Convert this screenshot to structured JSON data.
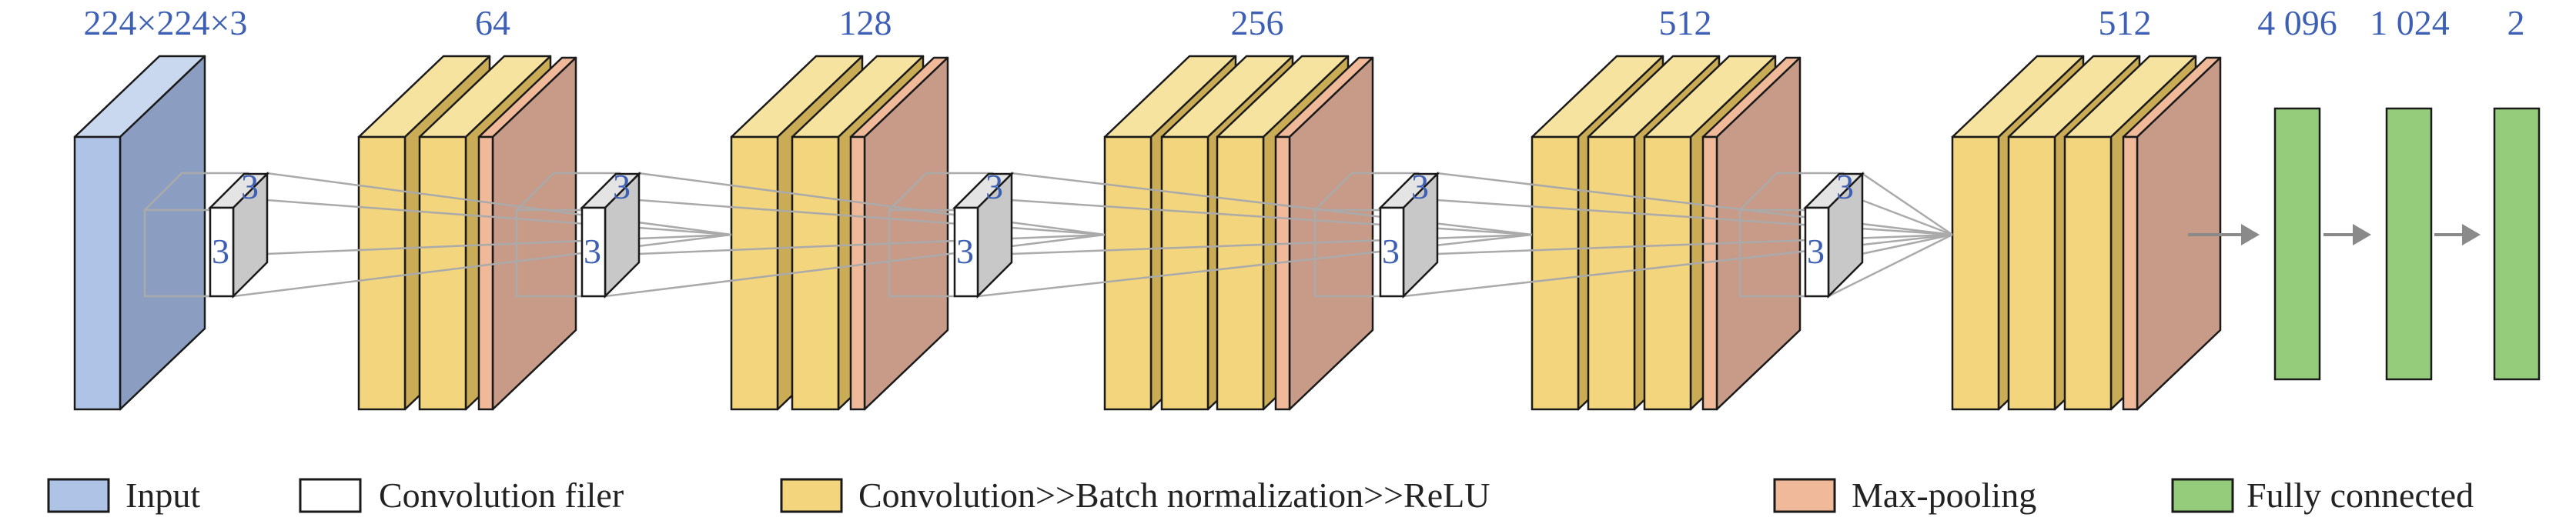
{
  "colors": {
    "input_front": "#afc3e6",
    "input_side": "#8b9ec2",
    "input_top": "#c9d7ef",
    "conv_front": "#f2d57c",
    "conv_side": "#c9ac55",
    "conv_top": "#f7e3a0",
    "pool_front": "#c89a88",
    "pool_side": "#d7a88d",
    "pool_top": "#f0b99a",
    "filter_front": "#ffffff",
    "filter_side": "#c8c8c8",
    "fc": "#95cc7c",
    "label_blue": "#3d5fb4",
    "edge": "#1a1a1a",
    "guide": "#aaaaaa",
    "arrow": "#8a8a8a"
  },
  "top_labels": {
    "input": "224×224×3",
    "block1": "64",
    "block2": "128",
    "block3": "256",
    "block4": "512",
    "block5": "512",
    "fc1": "4 096",
    "fc2": "1 024",
    "fc3": "2"
  },
  "filter": {
    "width_label": "3",
    "height_label": "3"
  },
  "blocks": [
    {
      "name": "block-1",
      "conv_layers": 2,
      "has_pool": true
    },
    {
      "name": "block-2",
      "conv_layers": 2,
      "has_pool": true
    },
    {
      "name": "block-3",
      "conv_layers": 3,
      "has_pool": true
    },
    {
      "name": "block-4",
      "conv_layers": 3,
      "has_pool": true
    },
    {
      "name": "block-5",
      "conv_layers": 3,
      "has_pool": true
    }
  ],
  "legend": {
    "input": "Input",
    "filter": "Convolution filer",
    "conv": "Convolution>>Batch normalization>>ReLU",
    "pool": "Max-pooling",
    "fc": "Fully connected"
  }
}
